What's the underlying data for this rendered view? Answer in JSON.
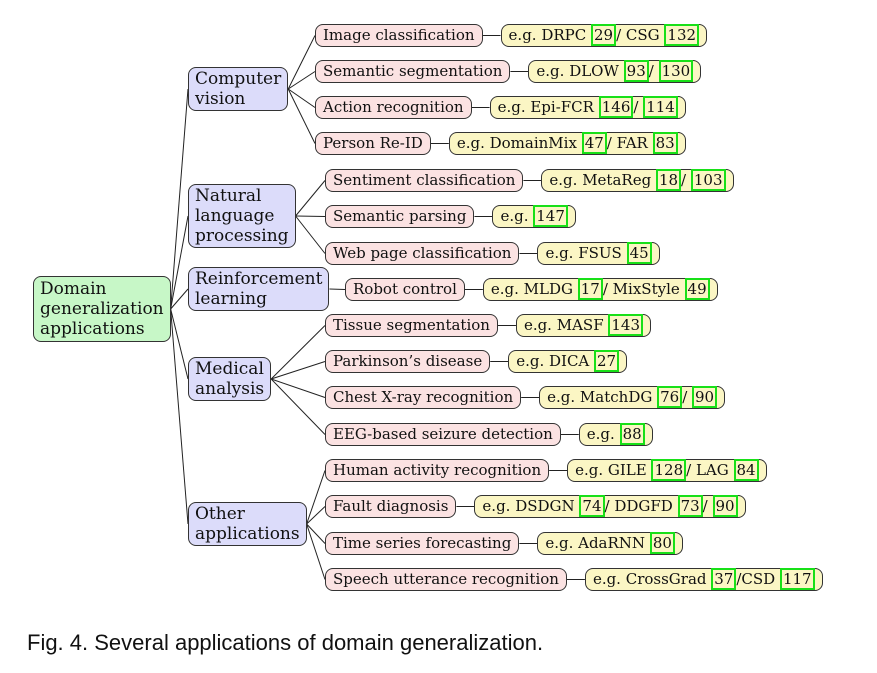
{
  "root": {
    "label": "Domain generalization applications",
    "lines": [
      "Domain",
      "generalization",
      "applications"
    ]
  },
  "categories": [
    {
      "key": "cv",
      "lines": [
        "Computer",
        "vision"
      ],
      "apps": [
        {
          "label": "Image classification",
          "example": [
            {
              "t": "e.g. DRPC "
            },
            {
              "r": "29"
            },
            {
              "t": "/ CSG "
            },
            {
              "r": "132"
            }
          ]
        },
        {
          "label": "Semantic segmentation",
          "example": [
            {
              "t": "e.g. DLOW "
            },
            {
              "r": "93"
            },
            {
              "t": "/ "
            },
            {
              "r": "130"
            }
          ]
        },
        {
          "label": "Action recognition",
          "example": [
            {
              "t": "e.g. Epi-FCR "
            },
            {
              "r": "146"
            },
            {
              "t": "/ "
            },
            {
              "r": "114"
            }
          ]
        },
        {
          "label": "Person Re-ID",
          "example": [
            {
              "t": "e.g. DomainMix "
            },
            {
              "r": "47"
            },
            {
              "t": "/ FAR "
            },
            {
              "r": "83"
            }
          ]
        }
      ]
    },
    {
      "key": "nlp",
      "lines": [
        "Natural",
        "language",
        "processing"
      ],
      "apps": [
        {
          "label": "Sentiment classification",
          "example": [
            {
              "t": "e.g. MetaReg "
            },
            {
              "r": "18"
            },
            {
              "t": "/ "
            },
            {
              "r": "103"
            }
          ]
        },
        {
          "label": "Semantic parsing",
          "example": [
            {
              "t": "e.g. "
            },
            {
              "r": "147"
            }
          ]
        },
        {
          "label": "Web page classification",
          "example": [
            {
              "t": "e.g. FSUS "
            },
            {
              "r": "45"
            }
          ]
        }
      ]
    },
    {
      "key": "rl",
      "lines": [
        "Reinforcement",
        "learning"
      ],
      "apps": [
        {
          "label": "Robot control",
          "example": [
            {
              "t": "e.g. MLDG "
            },
            {
              "r": "17"
            },
            {
              "t": "/ MixStyle "
            },
            {
              "r": "49"
            }
          ]
        }
      ]
    },
    {
      "key": "med",
      "lines": [
        "Medical",
        "analysis"
      ],
      "apps": [
        {
          "label": "Tissue segmentation",
          "example": [
            {
              "t": "e.g. MASF "
            },
            {
              "r": "143"
            }
          ]
        },
        {
          "label": "Parkinson’s disease",
          "example": [
            {
              "t": "e.g. DICA "
            },
            {
              "r": "27"
            }
          ]
        },
        {
          "label": "Chest X-ray recognition",
          "example": [
            {
              "t": "e.g. MatchDG "
            },
            {
              "r": "76"
            },
            {
              "t": "/ "
            },
            {
              "r": "90"
            }
          ]
        },
        {
          "label": "EEG-based seizure detection",
          "example": [
            {
              "t": "e.g. "
            },
            {
              "r": "88"
            }
          ]
        }
      ]
    },
    {
      "key": "other",
      "lines": [
        "Other",
        "applications"
      ],
      "apps": [
        {
          "label": "Human activity recognition",
          "example": [
            {
              "t": "e.g. GILE "
            },
            {
              "r": "128"
            },
            {
              "t": "/ LAG "
            },
            {
              "r": "84"
            }
          ]
        },
        {
          "label": "Fault diagnosis",
          "example": [
            {
              "t": "e.g. DSDGN "
            },
            {
              "r": "74"
            },
            {
              "t": "/ DDGFD "
            },
            {
              "r": "73"
            },
            {
              "t": "/ "
            },
            {
              "r": "90"
            }
          ]
        },
        {
          "label": "Time series forecasting",
          "example": [
            {
              "t": "e.g. AdaRNN "
            },
            {
              "r": "80"
            }
          ]
        },
        {
          "label": "Speech utterance recognition",
          "example": [
            {
              "t": "e.g. CrossGrad "
            },
            {
              "r": "37"
            },
            {
              "t": "/CSD "
            },
            {
              "r": "117"
            }
          ]
        }
      ]
    }
  ],
  "caption": "Fig. 4. Several applications of domain generalization.",
  "colors": {
    "root": "#c7f7c7",
    "category": "#dcdcfa",
    "application": "#fbe2e2",
    "example": "#fbf6c4",
    "reference_border": "#18e018"
  }
}
